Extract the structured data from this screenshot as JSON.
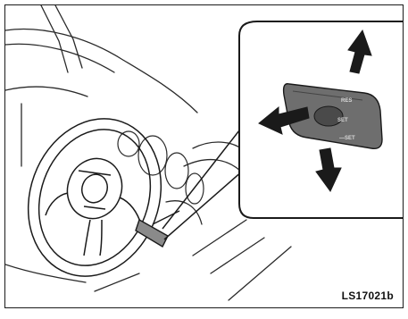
{
  "figure": {
    "code": "LS17021b",
    "lever_labels": {
      "top": "RES",
      "middle": "SET",
      "bottom": "—SET"
    },
    "colors": {
      "line": "#1a1a1a",
      "lever": "#6e6e6e",
      "arrow": "#1a1a1a",
      "background": "#ffffff"
    }
  }
}
